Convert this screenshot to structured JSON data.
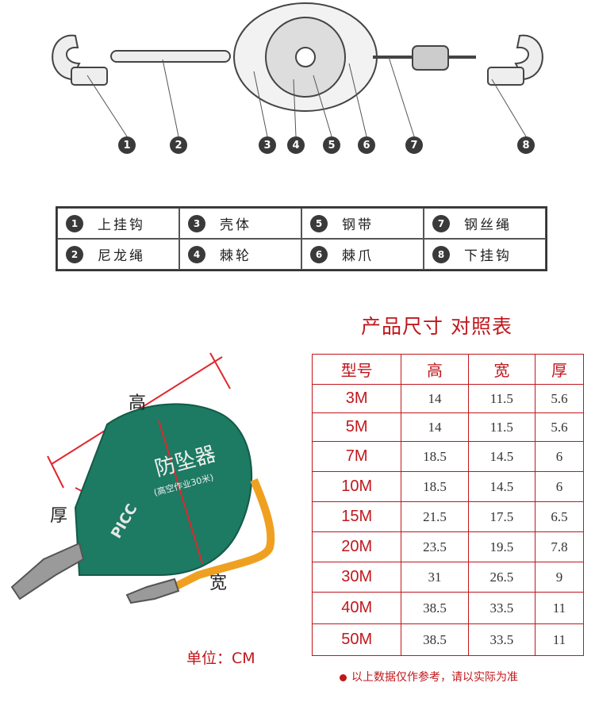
{
  "diagram": {
    "callouts": [
      "1",
      "2",
      "3",
      "4",
      "5",
      "6",
      "7",
      "8"
    ]
  },
  "legend": {
    "items": [
      {
        "num": "1",
        "label": "上挂钩"
      },
      {
        "num": "3",
        "label": "壳体"
      },
      {
        "num": "5",
        "label": "钢带"
      },
      {
        "num": "7",
        "label": "钢丝绳"
      },
      {
        "num": "2",
        "label": "尼龙绳"
      },
      {
        "num": "4",
        "label": "棘轮"
      },
      {
        "num": "6",
        "label": "棘爪"
      },
      {
        "num": "8",
        "label": "下挂钩"
      }
    ]
  },
  "product": {
    "label_height": "高",
    "label_thickness": "厚",
    "label_width": "宽",
    "body_text_main": "防坠器",
    "body_text_sub": "(高空作业30米)",
    "brand": "PICC",
    "body_color": "#1d7a63"
  },
  "size_table": {
    "title": "产品尺寸 对照表",
    "headers": [
      "型号",
      "高",
      "宽",
      "厚"
    ],
    "rows": [
      [
        "3M",
        "14",
        "11.5",
        "5.6"
      ],
      [
        "5M",
        "14",
        "11.5",
        "5.6"
      ],
      [
        "7M",
        "18.5",
        "14.5",
        "6"
      ],
      [
        "10M",
        "18.5",
        "14.5",
        "6"
      ],
      [
        "15M",
        "21.5",
        "17.5",
        "6.5"
      ],
      [
        "20M",
        "23.5",
        "19.5",
        "7.8"
      ],
      [
        "30M",
        "31",
        "26.5",
        "9"
      ],
      [
        "40M",
        "38.5",
        "33.5",
        "11"
      ],
      [
        "50M",
        "38.5",
        "33.5",
        "11"
      ]
    ]
  },
  "unit": "单位：CM",
  "note": "以上数据仅作参考，请以实际为准",
  "colors": {
    "accent": "#c0171c",
    "body": "#1d7a63"
  }
}
